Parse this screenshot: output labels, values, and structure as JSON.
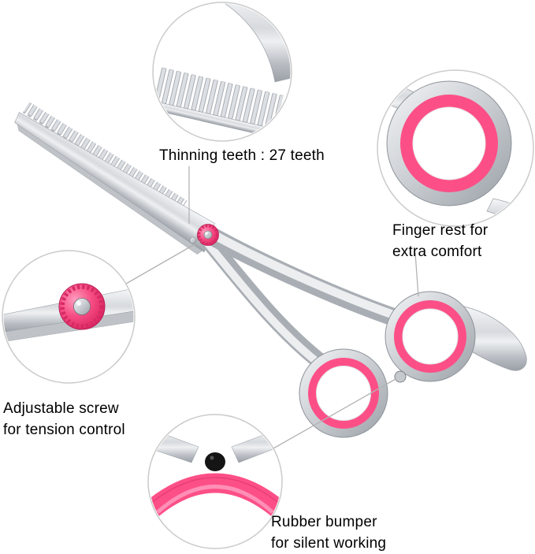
{
  "annotations": {
    "thinning_teeth": {
      "label": "Thinning teeth : 27 teeth"
    },
    "finger_rest": {
      "line1": "Finger rest for",
      "line2": "extra comfort"
    },
    "adjustable_screw": {
      "line1": "Adjustable screw",
      "line2": "for tension control"
    },
    "rubber_bumper": {
      "line1": "Rubber bumper",
      "line2": "for silent working"
    }
  },
  "colors": {
    "pink_accent": "#fd4f87",
    "pink_dark_edge": "#e23a72",
    "screw_pink": "#f0417c",
    "connector_line": "#b3b3b3",
    "callout_border": "#cbcbcb",
    "bumper_black": "#151515",
    "text": "#000000",
    "background": "#ffffff"
  }
}
